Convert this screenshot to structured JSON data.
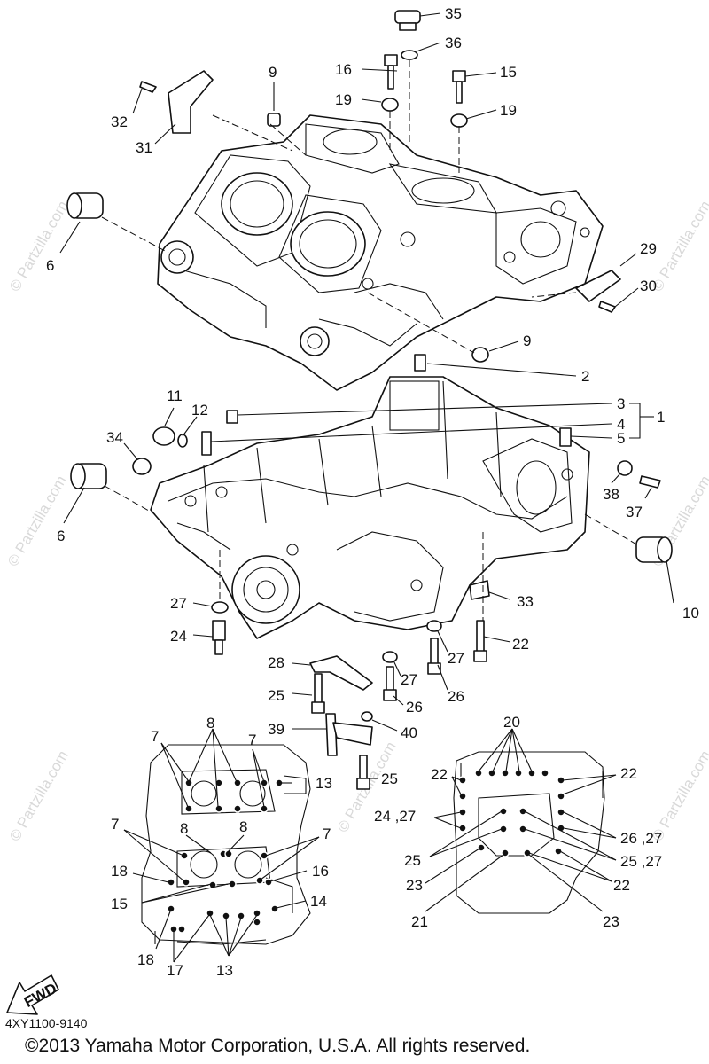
{
  "diagram_code": "4XY1100-9140",
  "copyright": "©2013  Yamaha Motor Corporation, U.S.A. All rights reserved.",
  "watermark": "© Partzilla.com",
  "fwd_label": "FWD",
  "callouts": {
    "c1": "1",
    "c2": "2",
    "c3": "3",
    "c4": "4",
    "c5": "5",
    "c6a": "6",
    "c6b": "6",
    "c7a": "7",
    "c7b": "7",
    "c7c": "7",
    "c7d": "7",
    "c8a": "8",
    "c8b": "8",
    "c8c": "8",
    "c9a": "9",
    "c9b": "9",
    "c10": "10",
    "c11": "11",
    "c12": "12",
    "c13a": "13",
    "c13b": "13",
    "c14": "14",
    "c15a": "15",
    "c15b": "15",
    "c16a": "16",
    "c16b": "16",
    "c17": "17",
    "c18a": "18",
    "c18b": "18",
    "c19a": "19",
    "c19b": "19",
    "c20": "20",
    "c21": "21",
    "c22a": "22",
    "c22b": "22",
    "c22c": "22",
    "c22d": "22",
    "c23a": "23",
    "c23b": "23",
    "c24a": "24",
    "c24b": "24 ,27",
    "c25a": "25",
    "c25b": "25",
    "c25c": "25",
    "c25d": "25 ,27",
    "c26a": "26",
    "c26b": "26",
    "c26c": "26 ,27",
    "c27a": "27",
    "c27b": "27",
    "c27c": "27",
    "c28": "28",
    "c29": "29",
    "c30": "30",
    "c31": "31",
    "c32": "32",
    "c33": "33",
    "c34": "34",
    "c35": "35",
    "c36": "36",
    "c37": "37",
    "c38": "38",
    "c39": "39",
    "c40": "40"
  }
}
